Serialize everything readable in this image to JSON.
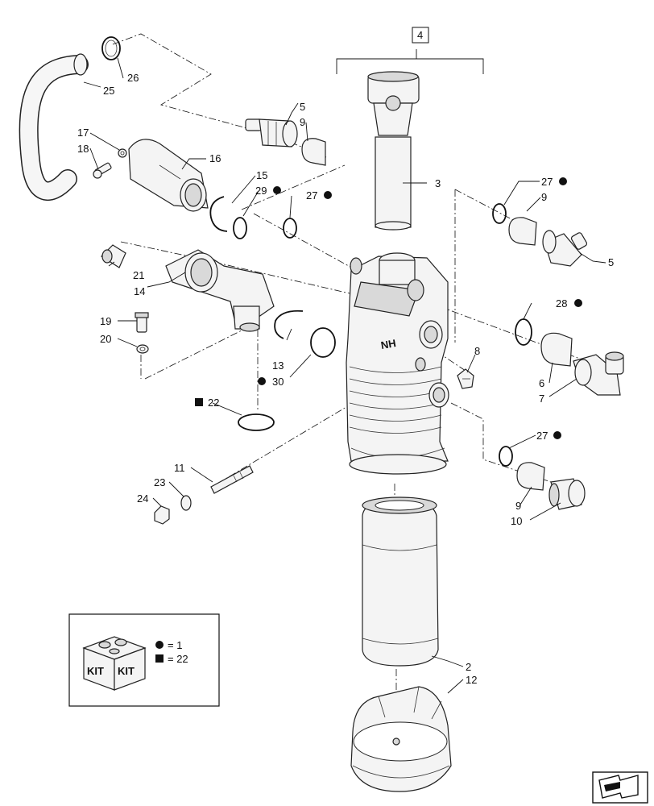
{
  "callouts": {
    "c2": "2",
    "c3": "3",
    "c4": "4",
    "c5a": "5",
    "c5b": "5",
    "c6": "6",
    "c7": "7",
    "c8": "8",
    "c9a": "9",
    "c9b": "9",
    "c9c": "9",
    "c10": "10",
    "c11": "11",
    "c12": "12",
    "c13": "13",
    "c14": "14",
    "c15": "15",
    "c16": "16",
    "c17": "17",
    "c18": "18",
    "c19": "19",
    "c20": "20",
    "c21": "21",
    "c22": "22",
    "c23": "23",
    "c24": "24",
    "c25": "25",
    "c26": "26",
    "c27a": "27",
    "c27b": "27",
    "c27c": "27",
    "c28": "28",
    "c29": "29",
    "c30": "30"
  },
  "legend": {
    "kit_word_1": "KIT",
    "kit_word_2": "KIT",
    "circle_entry": "= 1",
    "square_entry": "= 22"
  },
  "body_logo": "NH",
  "nav": {
    "icon": "next-page-arrow-icon"
  }
}
